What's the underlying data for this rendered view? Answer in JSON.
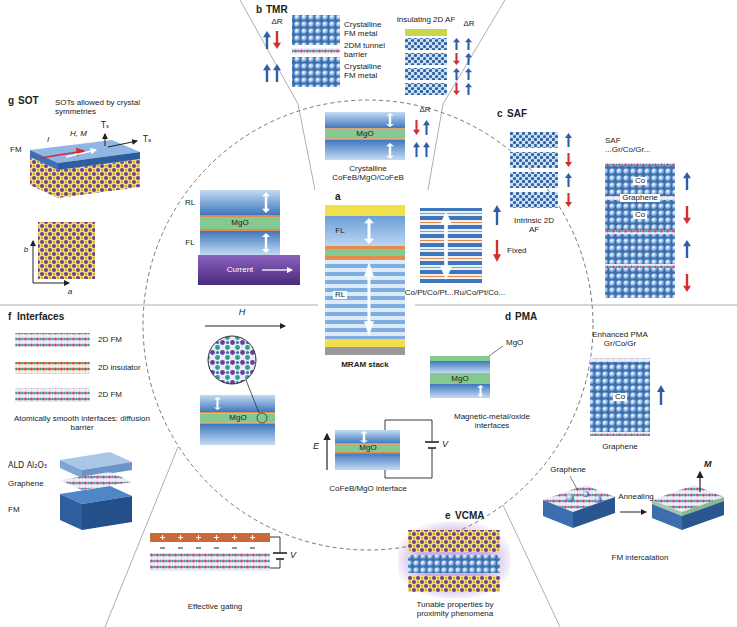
{
  "diagram": {
    "labels": [
      "b",
      "TMR",
      "ΔR",
      "Crystalline FM metal",
      "2DM tunnel barrier",
      "Crystalline FM metal",
      "Insulating 2D AF",
      "ΔR",
      "ΔR",
      "MgO",
      "Crystalline CoFeB/MgO/CoFeB",
      "c",
      "SAF",
      "SAF ...Gr/Co/Gr...",
      "Intrinsic 2D AF",
      "Co",
      "Graphene",
      "Co",
      "Fixed",
      "Co/Pt/Co/Pt...Ru/Co/Pt/Co...",
      "FL",
      "RL",
      "a",
      "MRAM stack",
      "d",
      "PMA",
      "Enhanced PMA Gr/Co/Gr",
      "Co",
      "Graphene",
      "MgO",
      "MgO",
      "Magnetic-metal/oxide interfaces",
      "Graphene",
      "M",
      "Annealing",
      "FM intercalation",
      "e",
      "VCMA",
      "E",
      "MgO",
      "V",
      "CoFeB/MgO interface",
      "V",
      "Effective gating",
      "Tunable properties by proximity phenomena",
      "f",
      "Interfaces",
      "2D FM",
      "2D insulator",
      "2D FM",
      "Atomically smooth interfaces: diffusion barrier",
      "ALD Al₂O₃",
      "Graphene",
      "FM",
      "MgO",
      "g",
      "SOT",
      "SOTs allowed by crystal symmetries",
      "FM",
      "H, M",
      "I",
      "Tₛ",
      "Tₐ",
      "b",
      "a",
      "RL",
      "MgO",
      "FL",
      "Current",
      "H"
    ]
  }
}
